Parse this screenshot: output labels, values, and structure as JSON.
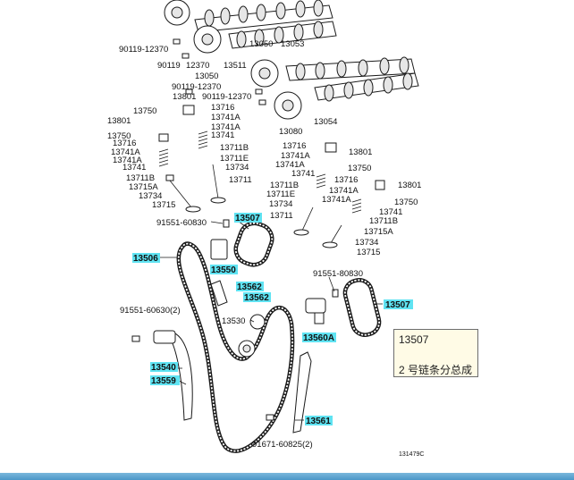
{
  "diagram": {
    "labels": [
      "90119-12370",
      "90119",
      "12370",
      "13050",
      "13050",
      "13511",
      "13053",
      "13054",
      "13080",
      "90119-12370",
      "13801",
      "90119-12370",
      "13750",
      "13716",
      "13741A",
      "13741A",
      "13741",
      "13801",
      "13750",
      "13716",
      "13741A",
      "13741A",
      "13741",
      "13711B",
      "13711E",
      "13734",
      "13711",
      "13711B",
      "13715A",
      "13734",
      "13715",
      "13716",
      "13741A",
      "13801",
      "13741A",
      "13741",
      "13750",
      "13716",
      "13741A",
      "13801",
      "13711B",
      "13741A",
      "13711E",
      "13750",
      "13734",
      "13741",
      "13711",
      "13711B",
      "13715A",
      "13734",
      "13715",
      "91551-60830",
      "13530",
      "91551-80830",
      "91551-60630(2)",
      "91671-60825(2)",
      "131479C"
    ],
    "highlighted": [
      "13507",
      "13506",
      "13550",
      "13562",
      "13562",
      "13507",
      "13560A",
      "13540",
      "13559",
      "13561"
    ]
  },
  "tooltip": {
    "part_number": "13507",
    "description": "2 号链条分总成"
  },
  "colors": {
    "highlight": "#5fe3f2",
    "tooltip_bg": "#fffbe6",
    "footer": "#4c97c8"
  }
}
